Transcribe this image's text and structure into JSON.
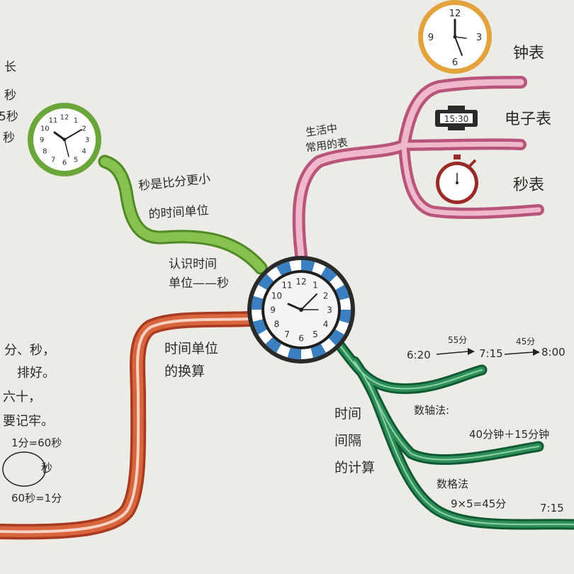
{
  "center": {
    "clock_numbers": [
      "12",
      "1",
      "2",
      "3",
      "4",
      "5",
      "6",
      "7",
      "8",
      "9",
      "10",
      "11"
    ]
  },
  "branches": {
    "second": {
      "title_line1": "认识时间",
      "title_line2": "单位——秒",
      "note_line1": "秒是比分更小",
      "note_line2": "的时间单位",
      "clock_numbers": [
        "12",
        "1",
        "2",
        "3",
        "4",
        "5",
        "6",
        "7",
        "8",
        "9",
        "10",
        "11"
      ],
      "edge_text": [
        "长",
        "秒",
        "5秒",
        "秒"
      ]
    },
    "clocks": {
      "title_line1": "生活中",
      "title_line2": "常用的表",
      "items": [
        "钟表",
        "电子表",
        "秒表"
      ],
      "digital_display": "15:30",
      "clock_numbers": [
        "12",
        "3",
        "6",
        "9"
      ]
    },
    "conversion": {
      "title_line1": "时间单位",
      "title_line2": "的换算",
      "edge_text": [
        "分、秒，",
        "排好。",
        "六十，",
        "要记牢。"
      ],
      "formula1": "1分=60秒",
      "circle_label": "秒",
      "formula2": "60秒=1分"
    },
    "interval": {
      "title_line1": "时间",
      "title_line2": "间隔",
      "title_line3": "的计算",
      "timeline": {
        "t1": "6:20",
        "t2": "7:15",
        "t3": "8:00",
        "gap1": "55分",
        "gap2": "45分"
      },
      "method1_label": "数轴法:",
      "method1_expr": "40分钟＋15分钟",
      "method2_label": "数格法",
      "method2_expr": "9×5=45分",
      "edge_time": "7:15"
    }
  },
  "colors": {
    "paper": "#ecebe6",
    "ink": "#2b2b2b",
    "green_light": "#6aa63a",
    "green_dark": "#1f7a4a",
    "pink": "#d9789b",
    "red": "#c64a2c",
    "blue": "#3a7fc2",
    "orange": "#e3a23c",
    "maroon": "#9a2a28"
  }
}
